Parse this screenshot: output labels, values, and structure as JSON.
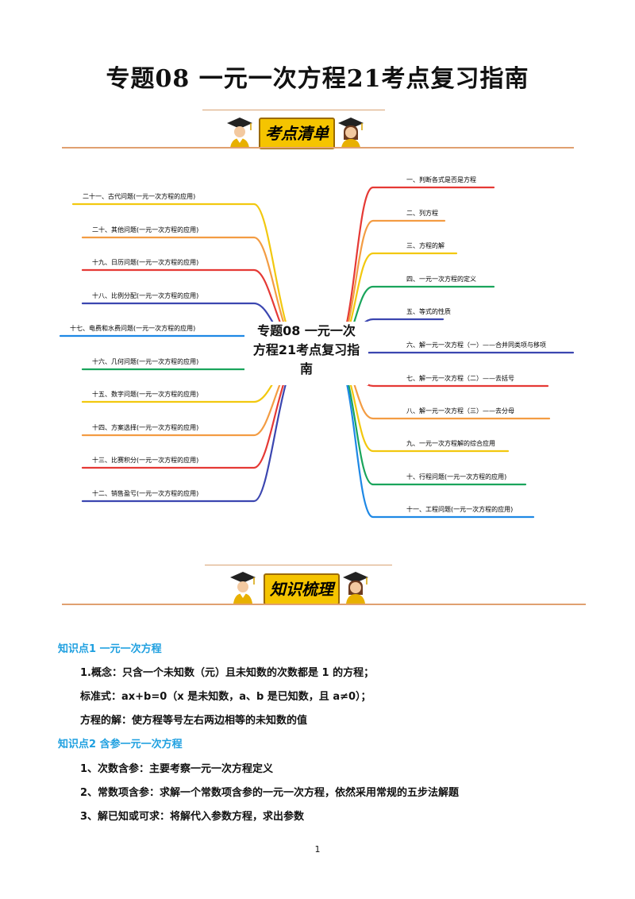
{
  "title": "专题08  一元一次方程21考点复习指南",
  "banner1": {
    "label": "考点清单"
  },
  "banner2": {
    "label": "知识梳理"
  },
  "mindmap": {
    "center": [
      "专题08 一元一次",
      "方程21考点复习指",
      "南"
    ],
    "right": [
      {
        "label": "一、判断各式是否是方程",
        "color": "#e53935"
      },
      {
        "label": "二、列方程",
        "color": "#f39c43"
      },
      {
        "label": "三、方程的解",
        "color": "#f2c80f"
      },
      {
        "label": "四、一元一次方程的定义",
        "color": "#1aa55c"
      },
      {
        "label": "五、等式的性质",
        "color": "#3b46b0"
      },
      {
        "label": "六、解一元一次方程（一）——合并同类项与移项",
        "color": "#3b46b0"
      },
      {
        "label": "七、解一元一次方程（二）——去括号",
        "color": "#e53935"
      },
      {
        "label": "八、解一元一次方程（三）——去分母",
        "color": "#f39c43"
      },
      {
        "label": "九、一元一次方程解的综合应用",
        "color": "#f2c80f"
      },
      {
        "label": "十、行程问题(一元一次方程的应用)",
        "color": "#1aa55c"
      },
      {
        "label": "十一、工程问题(一元一次方程的应用)",
        "color": "#1e88e5"
      }
    ],
    "left": [
      {
        "label": "二十一、古代问题(一元一次方程的应用)",
        "color": "#f2c80f"
      },
      {
        "label": "二十、其他问题(一元一次方程的应用)",
        "color": "#f39c43"
      },
      {
        "label": "十九、日历问题(一元一次方程的应用)",
        "color": "#e53935"
      },
      {
        "label": "十八、比例分配(一元一次方程的应用)",
        "color": "#3b46b0"
      },
      {
        "label": "十七、电费和水费问题(一元一次方程的应用)",
        "color": "#1e88e5"
      },
      {
        "label": "十六、几何问题(一元一次方程的应用)",
        "color": "#1aa55c"
      },
      {
        "label": "十五、数字问题(一元一次方程的应用)",
        "color": "#f2c80f"
      },
      {
        "label": "十四、方案选择(一元一次方程的应用)",
        "color": "#f39c43"
      },
      {
        "label": "十三、比赛积分(一元一次方程的应用)",
        "color": "#e53935"
      },
      {
        "label": "十二、销售盈亏(一元一次方程的应用)",
        "color": "#3b46b0"
      }
    ]
  },
  "kp1": {
    "title": "知识点1  一元一次方程",
    "line1": "1.概念：只含一个未知数（元）且未知数的次数都是 1 的方程；",
    "line2": "标准式：ax+b=0（x 是未知数，a、b 是已知数，且 a≠0）；",
    "line3": "方程的解：使方程等号左右两边相等的未知数的值"
  },
  "kp2": {
    "title": "知识点2  含参一元一次方程",
    "line1": "1、次数含参：主要考察一元一次方程定义",
    "line2": "2、常数项含参：求解一个常数项含参的一元一次方程，依然采用常规的五步法解题",
    "line3": "3、解已知或可求：将解代入参数方程，求出参数"
  },
  "page_number": "1"
}
